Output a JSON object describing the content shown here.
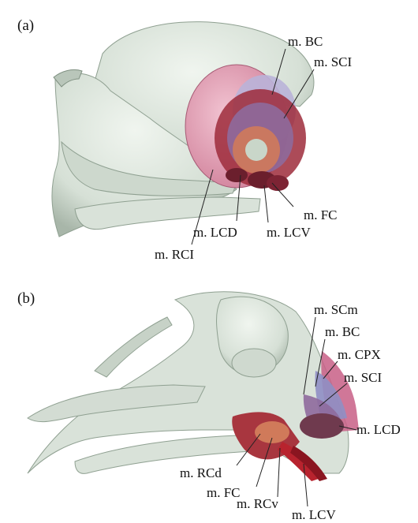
{
  "panel_a": {
    "tag": "(a)",
    "labels": {
      "bc": "m. BC",
      "sci": "m. SCI",
      "fc": "m. FC",
      "lcd": "m. LCD",
      "lcv": "m. LCV",
      "rci": "m. RCI"
    }
  },
  "panel_b": {
    "tag": "(b)",
    "labels": {
      "scm": "m. SCm",
      "bc": "m. BC",
      "cpx": "m. CPX",
      "sci": "m. SCI",
      "lcd": "m. LCD",
      "rcd": "m. RCd",
      "fc": "m. FC",
      "rcv": "m. RCv",
      "lcv": "m. LCV"
    }
  },
  "colors": {
    "bone": "#dfe7df",
    "bone_shadow": "#a9b8ab",
    "muscle_pink": "#e3a3b8",
    "muscle_red": "#9e2b3b",
    "muscle_dark": "#6b1f2d",
    "muscle_purple": "#8e6a9c",
    "muscle_blue": "#8f8fc4",
    "muscle_orange": "#d07a5a"
  }
}
